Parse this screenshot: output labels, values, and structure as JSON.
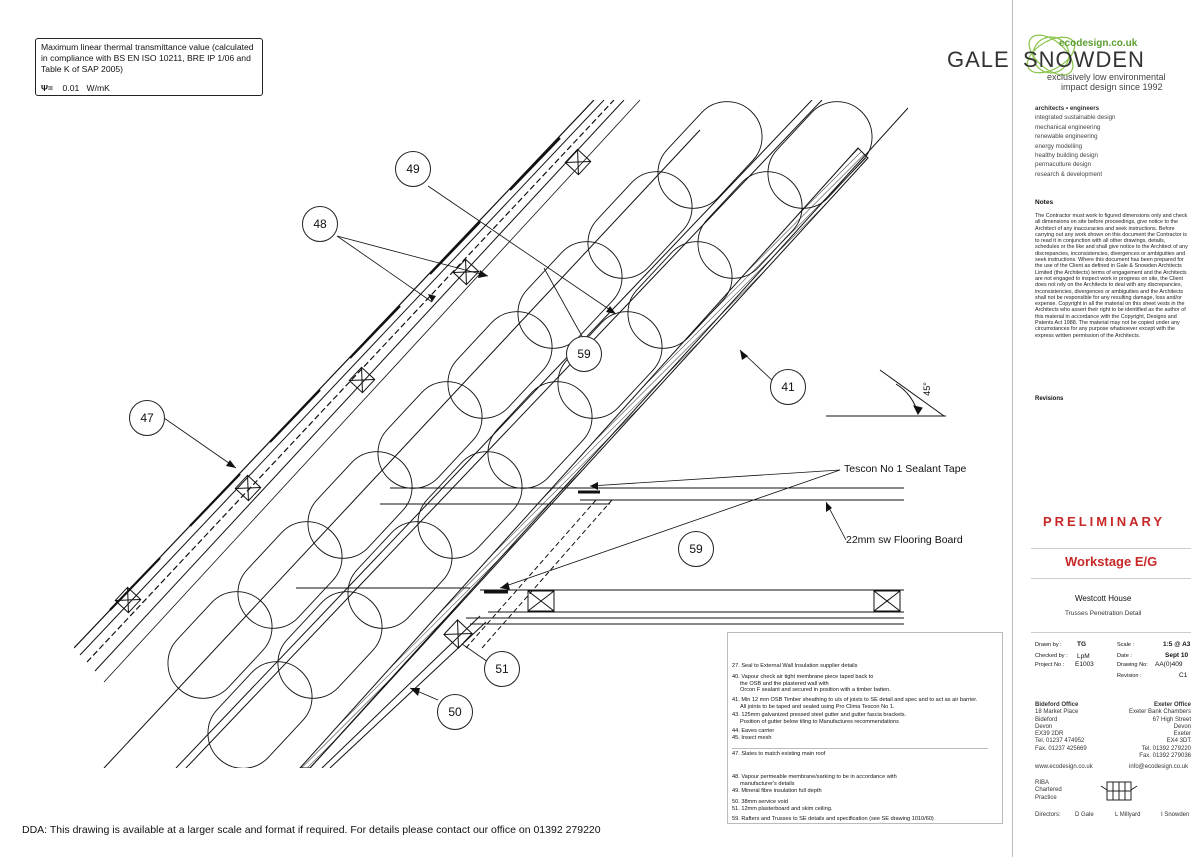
{
  "uvalue": {
    "text": "Maximum linear thermal transmittance value (calculated in compliance with BS EN ISO 10211, BRE IP 1/06 and Table K of SAP 2005)",
    "symbol": "Ψ=",
    "value": "0.01",
    "unit": "W/mK"
  },
  "dda": "DDA: This drawing is available at a larger scale and format if required. For details please contact our office on 01392 279220",
  "callouts": {
    "c49": "49",
    "c48": "48",
    "c47": "47",
    "c59a": "59",
    "c41": "41",
    "c59b": "59",
    "c51": "51",
    "c50": "50"
  },
  "labels": {
    "angle": "45°",
    "tescon": "Tescon No 1 Sealant Tape",
    "flooring": "22mm sw Flooring Board"
  },
  "keynotes": [
    "27. Seal to External Wall Insulation supplier details",
    "40. Vapour check air tight membrane piece taped back to",
    "the OSB and the plastered wall with",
    "Orcon F sealant and secured in position with a timber batten.",
    "41. Min 12 mm OSB Timber sheathing to u/s of joists to SE detail and spec and to act as air barrier.",
    "All joints to be taped and sealed using Pro Clima Tescon No 1.",
    "43. 125mm galvanized pressed steel gutter and gutter fascia brackets.",
    "Position of gutter below tiling to Manufactures recommendations",
    "44. Eaves carrier",
    "45. Insect mesh",
    "47. Slates to match existing main roof",
    "48. Vapour permeable membrane/sarking to be in accordance with",
    "manufacturer's details",
    "49. Mineral fibre insulation full depth",
    "50. 38mm service void",
    "51. 12mm plasterboard and skim ceiling.",
    "59. Rafters and Trusses to SE details and specification (see SE drawing 1010/60)"
  ],
  "titleblock": {
    "logo_left": "GALE",
    "logo_right": "SNOWDEN",
    "logo_web": "ecodesign.co.uk",
    "tagline1": "exclusively low environmental",
    "tagline2": "impact design since 1992",
    "services": [
      "architects • engineers",
      "integrated sustainable design",
      "mechanical engineering",
      "renewable engineering",
      "energy modelling",
      "healthy building design",
      "permaculture design",
      "research & development"
    ],
    "notes_heading": "Notes",
    "notes": "The Contractor must work to figured dimensions only and check all dimensions on site before proceedings, give notice to the Architect of any inaccuracies and seek instructions. Before carrying out any work shown on this document the Contractor is to read it in conjunction with all other drawings, details, schedules or the like and shall give notice to the Architect of any discrepancies, inconsistencies, divergences or ambiguities and seek instructions. Where this document has been prepared for the use of the Client as defined in Gale & Snowden Architects Limited (the Architects) terms of engagement and the Architects are not engaged to inspect work in progress on site, the Client does not rely on the Architects to deal with any discrepancies, inconsistencies, divergences or ambiguities and the Architects shall not be responsible for any resulting damage, loss and/or expense. Copyright in all the material on this sheet vests in the Architects who assert their right to be identified as the author of this material in accordance with the Copyright, Designs and Patents Act 1988. The material may not be copied under any circumstances for any purpose whatsoever except with the express written permission of the Architects.",
    "revisions": "Revisions",
    "preliminary": "PRELIMINARY",
    "workstage": "Workstage E/G",
    "project": "Westcott House",
    "drawing_title": "Trusses Penetration Detail",
    "drawn_by_label": "Drawn by :",
    "drawn_by": "TG",
    "checked_by_label": "Checked by :",
    "checked_by": "LpM",
    "project_no_label": "Project No :",
    "project_no": "E1003",
    "scale_label": "Scale :",
    "scale": "1:5 @ A3",
    "date_label": "Date :",
    "date": "Sept 10",
    "drawing_no_label": "Drawing No:",
    "drawing_no": "AA(0)409",
    "revision_label": "Revision :",
    "revision": "C1",
    "bideford": [
      "Bideford Office",
      "18 Market Place",
      "Bideford",
      "Devon",
      "EX39 2DR",
      "Tel. 01237 474952",
      "Fax. 01237 425669"
    ],
    "exeter": [
      "Exeter Office",
      "Exeter Bank Chambers",
      "67 High Street",
      "Devon",
      "Exeter",
      "EX4 3DT",
      "Tel. 01392 279220",
      "Fax. 01392 279036"
    ],
    "web": "www.ecodesign.co.uk",
    "email": "info@ecodesign.co.uk",
    "riba": [
      "RIBA",
      "Chartered",
      "Practice"
    ],
    "directors_label": "Directors:",
    "directors": [
      "D Gale",
      "L Millyard",
      "I Snowden"
    ]
  }
}
